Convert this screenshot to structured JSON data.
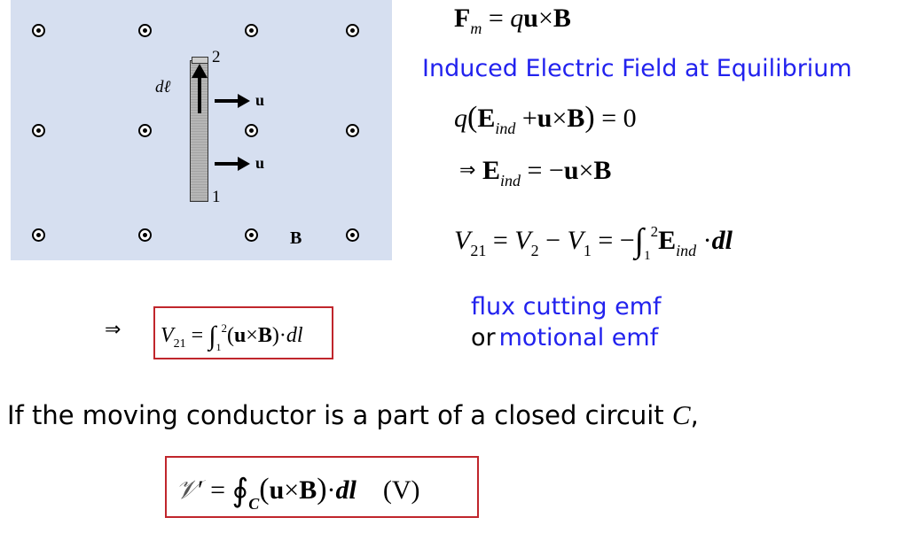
{
  "figure": {
    "label_dl": "dℓ",
    "label_point_top": "2",
    "label_point_bottom": "1",
    "label_u_upper": "u",
    "label_u_lower": "u",
    "label_B": "B",
    "field_symbol": "dot-in-circle (B out of page)",
    "colors": {
      "panel_bg": "#d6dff0",
      "rod": "#b6b6b6"
    }
  },
  "equations": {
    "force": "F_m = q u × B",
    "heading": "Induced Electric Field at Equilibrium",
    "equilibrium": "q(E_ind + u × B) = 0",
    "implies_field": "⇒ E_ind = −u × B",
    "voltage_def": "V21 = V2 − V1 = −∫_1^2 E_ind · dl",
    "boxed_result": "⇒ V21 = ∫_1^2 (u × B) · dl",
    "closed_circuit": "𝒱′ = ∮_C (u × B) · dl (V)"
  },
  "text": {
    "heading_blue": "Induced Electric Field at Equilibrium",
    "flux_cutting": "flux cutting emf",
    "or_word": "or",
    "motional_emf": "motional emf",
    "sentence_start": "If the moving conductor is a part of a closed circuit ",
    "sentence_var": "C",
    "sentence_end": ","
  },
  "colors": {
    "blue": "#2222ee",
    "box_border": "#c0262c"
  }
}
